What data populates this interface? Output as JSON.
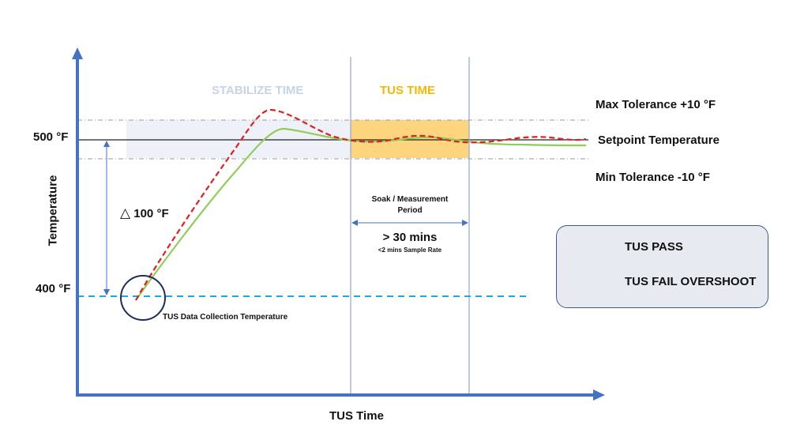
{
  "diagram": {
    "y_axis_title": "Temperature",
    "x_axis_title": "TUS Time",
    "y_labels": {
      "upper": "500 °F",
      "lower": "400 °F"
    },
    "delta_label": "100 °F",
    "delta_symbol": "△",
    "tolerance_labels": {
      "max": "Max Tolerance +10 °F",
      "setpoint": "Setpoint Temperature",
      "min": "Min Tolerance -10 °F"
    },
    "phases": {
      "stabilize": "STABILIZE TIME",
      "tus": "TUS TIME"
    },
    "soak": {
      "title_line1": "Soak / Measurement",
      "title_line2": "Period",
      "duration": "> 30 mins",
      "sample_rate": "<2 mins Sample Rate"
    },
    "data_collection_label": "TUS Data Collection Temperature",
    "legend": {
      "pass": "TUS PASS",
      "fail": "TUS FAIL OVERSHOOT"
    },
    "colors": {
      "axis": "#4472c4",
      "pass": "#8fce5a",
      "fail": "#e02020",
      "tus_band": "#fdd57e",
      "stabilize_band": "#eef1f8",
      "stabilize_text": "#c8d3e8",
      "tus_text": "#f5b800",
      "collection_line": "#1fa8e0",
      "circle": "#1f2d5a"
    }
  }
}
